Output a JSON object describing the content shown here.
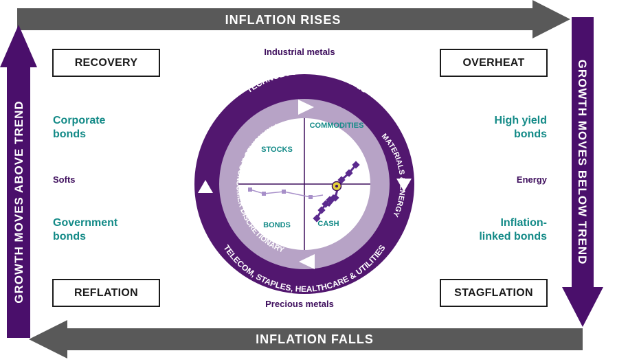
{
  "arrows": {
    "top": "INFLATION RISES",
    "bottom": "INFLATION FALLS",
    "left": "GROWTH MOVES ABOVE TREND",
    "right": "GROWTH MOVES BELOW TREND"
  },
  "phases": {
    "recovery": "RECOVERY",
    "overheat": "OVERHEAT",
    "reflation": "REFLATION",
    "stagflation": "STAGFLATION"
  },
  "commodities": {
    "top": "Industrial metals",
    "bottom": "Precious metals",
    "left": "Softs",
    "right": "Energy"
  },
  "bonds": {
    "corporate_l1": "Corporate",
    "corporate_l2": "bonds",
    "government_l1": "Government",
    "government_l2": "bonds",
    "high_yield_l1": "High yield",
    "high_yield_l2": "bonds",
    "inflation_linked_l1": "Inflation-",
    "inflation_linked_l2": "linked bonds"
  },
  "ring_sectors": {
    "top": "TECHNOLOGY & INDUSTRIALS",
    "right": "MATERIALS & ENERGY",
    "bottom": "TELECOM, STAPLES, HEALTHCARE & UTILITIES",
    "left": "FINANCIALS & CONSUMER DISCRETIONARY"
  },
  "quadrants": {
    "top_left": "STOCKS",
    "top_right": "COMMODITIES",
    "bottom_left": "BONDS",
    "bottom_right": "CASH"
  },
  "colors": {
    "dark_purple": "#4a0f6b",
    "ring_dark": "#52176f",
    "ring_light": "#b7a3c6",
    "teal": "#138a87",
    "gray_arrow": "#595959",
    "trail_light": "#a78fc9",
    "trail_dark": "#5b2a8e",
    "current_marker": "#e3d23b"
  }
}
